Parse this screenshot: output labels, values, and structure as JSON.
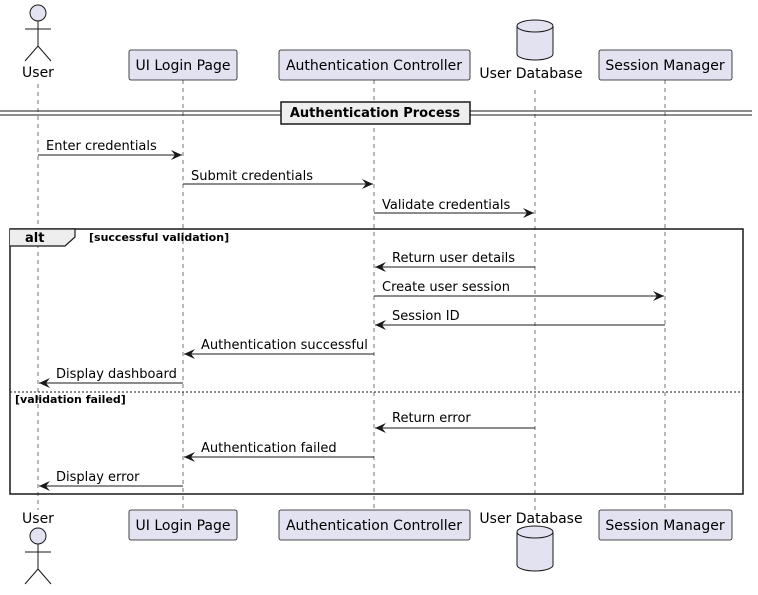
{
  "participants": {
    "user": "User",
    "ui": "UI Login Page",
    "auth": "Authentication Controller",
    "db": "User Database",
    "session": "Session Manager"
  },
  "separator": "Authentication Process",
  "alt": {
    "keyword": "alt",
    "guard_success": "[successful validation]",
    "guard_failure": "[validation failed]"
  },
  "messages": {
    "m1": "Enter credentials",
    "m2": "Submit credentials",
    "m3": "Validate credentials",
    "m4": "Return user details",
    "m5": "Create user session",
    "m6": "Session ID",
    "m7": "Authentication successful",
    "m8": "Display dashboard",
    "m9": "Return error",
    "m10": "Authentication failed",
    "m11": "Display error"
  }
}
